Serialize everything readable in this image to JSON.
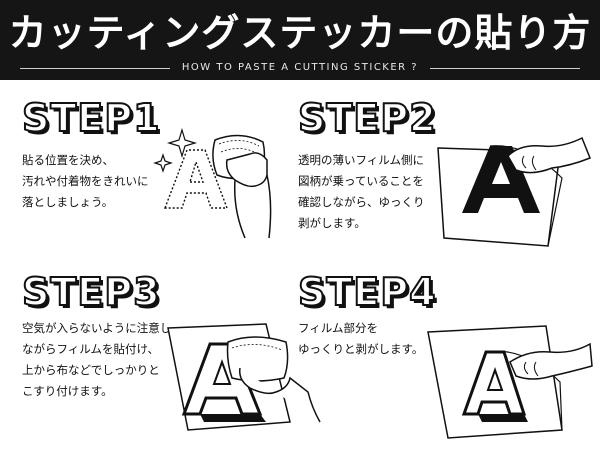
{
  "header": {
    "title": "カッティングステッカーの貼り方",
    "subtitle": "HOW TO PASTE A CUTTING STICKER ?"
  },
  "steps": [
    {
      "heading": "STEP1",
      "lines": [
        "貼る位置を決め、",
        "汚れや付着物をきれいに",
        "落としましょう。"
      ],
      "illustration": "wiping-cloth-icon"
    },
    {
      "heading": "STEP2",
      "lines": [
        "透明の薄いフィルム側に",
        "図柄が乗っていることを",
        "確認しながら、ゆっくり",
        "剥がします。"
      ],
      "illustration": "peeling-backing-icon"
    },
    {
      "heading": "STEP3",
      "lines": [
        "空気が入らないように注意し",
        "ながらフィルムを貼付け、",
        "上から布などでしっかりと",
        "こすり付けます。"
      ],
      "illustration": "rubbing-cloth-icon"
    },
    {
      "heading": "STEP4",
      "lines": [
        "フィルム部分を",
        "ゆっくりと剥がします。"
      ],
      "illustration": "peeling-film-icon"
    }
  ],
  "illustration_letter": "A",
  "colors": {
    "header_bg": "#151515",
    "header_text": "#ffffff",
    "ink": "#111111"
  }
}
